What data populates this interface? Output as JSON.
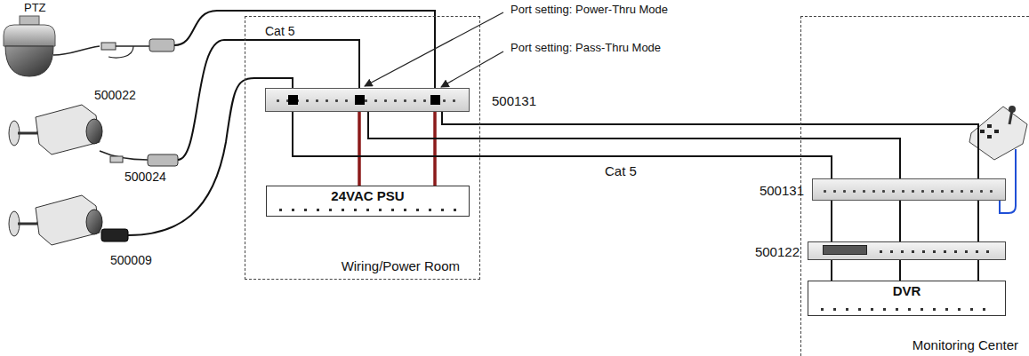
{
  "diagram": {
    "nodes": [
      {
        "text": [
          "Wiring/Power Room"
        ]
      },
      {
        "text": [
          "500131"
        ],
        "in": 0
      },
      {
        "text": [
          "24VAC PSU"
        ],
        "in": 0
      },
      {
        "text": [
          "Monitoring Center"
        ]
      },
      {
        "text": [
          "500131"
        ],
        "in": 3
      },
      {
        "text": [
          "500122"
        ],
        "in": 3
      },
      {
        "text": [
          "DVR"
        ],
        "in": 3
      }
    ],
    "edges": [
      {
        "from": 1,
        "to": 2,
        "arrow": "none"
      },
      {
        "from": 1,
        "to": 2,
        "arrow": "none"
      },
      {
        "from": 1,
        "to": 4,
        "label": "Cat 5",
        "arrow": "none"
      },
      {
        "from": 1,
        "to": 4,
        "arrow": "none"
      },
      {
        "from": 1,
        "to": 4,
        "arrow": "none"
      },
      {
        "from": 4,
        "to": 5,
        "arrow": "none"
      },
      {
        "from": 4,
        "to": 5,
        "arrow": "none"
      },
      {
        "from": 4,
        "to": 5,
        "arrow": "none"
      },
      {
        "from": 5,
        "to": 6,
        "arrow": "none"
      },
      {
        "from": 5,
        "to": 6,
        "arrow": "none"
      },
      {
        "from": 5,
        "to": 6,
        "arrow": "none"
      }
    ],
    "labels": [
      "PTZ",
      "500022",
      "Cat 5",
      "500024",
      "500009",
      "Port setting: Power-Thru Mode",
      "Port setting: Pass-Thru Mode"
    ]
  }
}
